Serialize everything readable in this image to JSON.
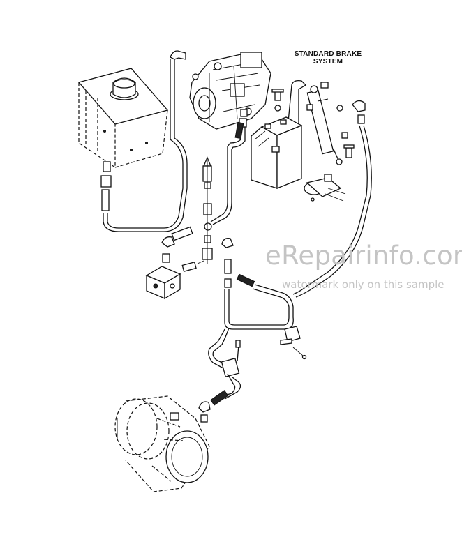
{
  "diagram": {
    "label_line1": "STANDARD BRAKE",
    "label_line2": "SYSTEM"
  },
  "watermark": {
    "site": "eRepairinfo.com",
    "note": "watermark only on this sample"
  }
}
